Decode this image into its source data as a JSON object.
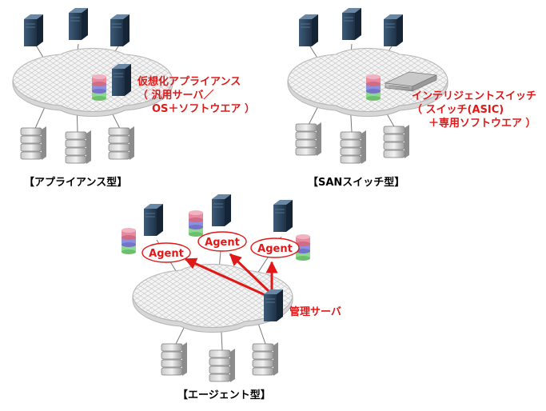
{
  "appliance": {
    "annot_line1": "仮想化アプライアンス",
    "annot_line2": "（ 汎用サーバ／",
    "annot_line3": "OS＋ソフトウエア ）",
    "caption": "【アプライアンス型】"
  },
  "san_switch": {
    "annot_line1": "インテリジェントスイッチ",
    "annot_line2": "（ スイッチ(ASIC)",
    "annot_line3": "＋専用ソフトウエア ）",
    "caption": "【SANスイッチ型】"
  },
  "agent_type": {
    "agent_label": "Agent",
    "mgmt_label": "管理サーバ",
    "caption": "【エージェント型】"
  },
  "colors": {
    "accent_red": "#e01818",
    "server_blue": "#2f4a66",
    "disk_pink": "#e88aa0",
    "disk_purple": "#8f8fe0",
    "disk_green": "#8fd88f"
  }
}
